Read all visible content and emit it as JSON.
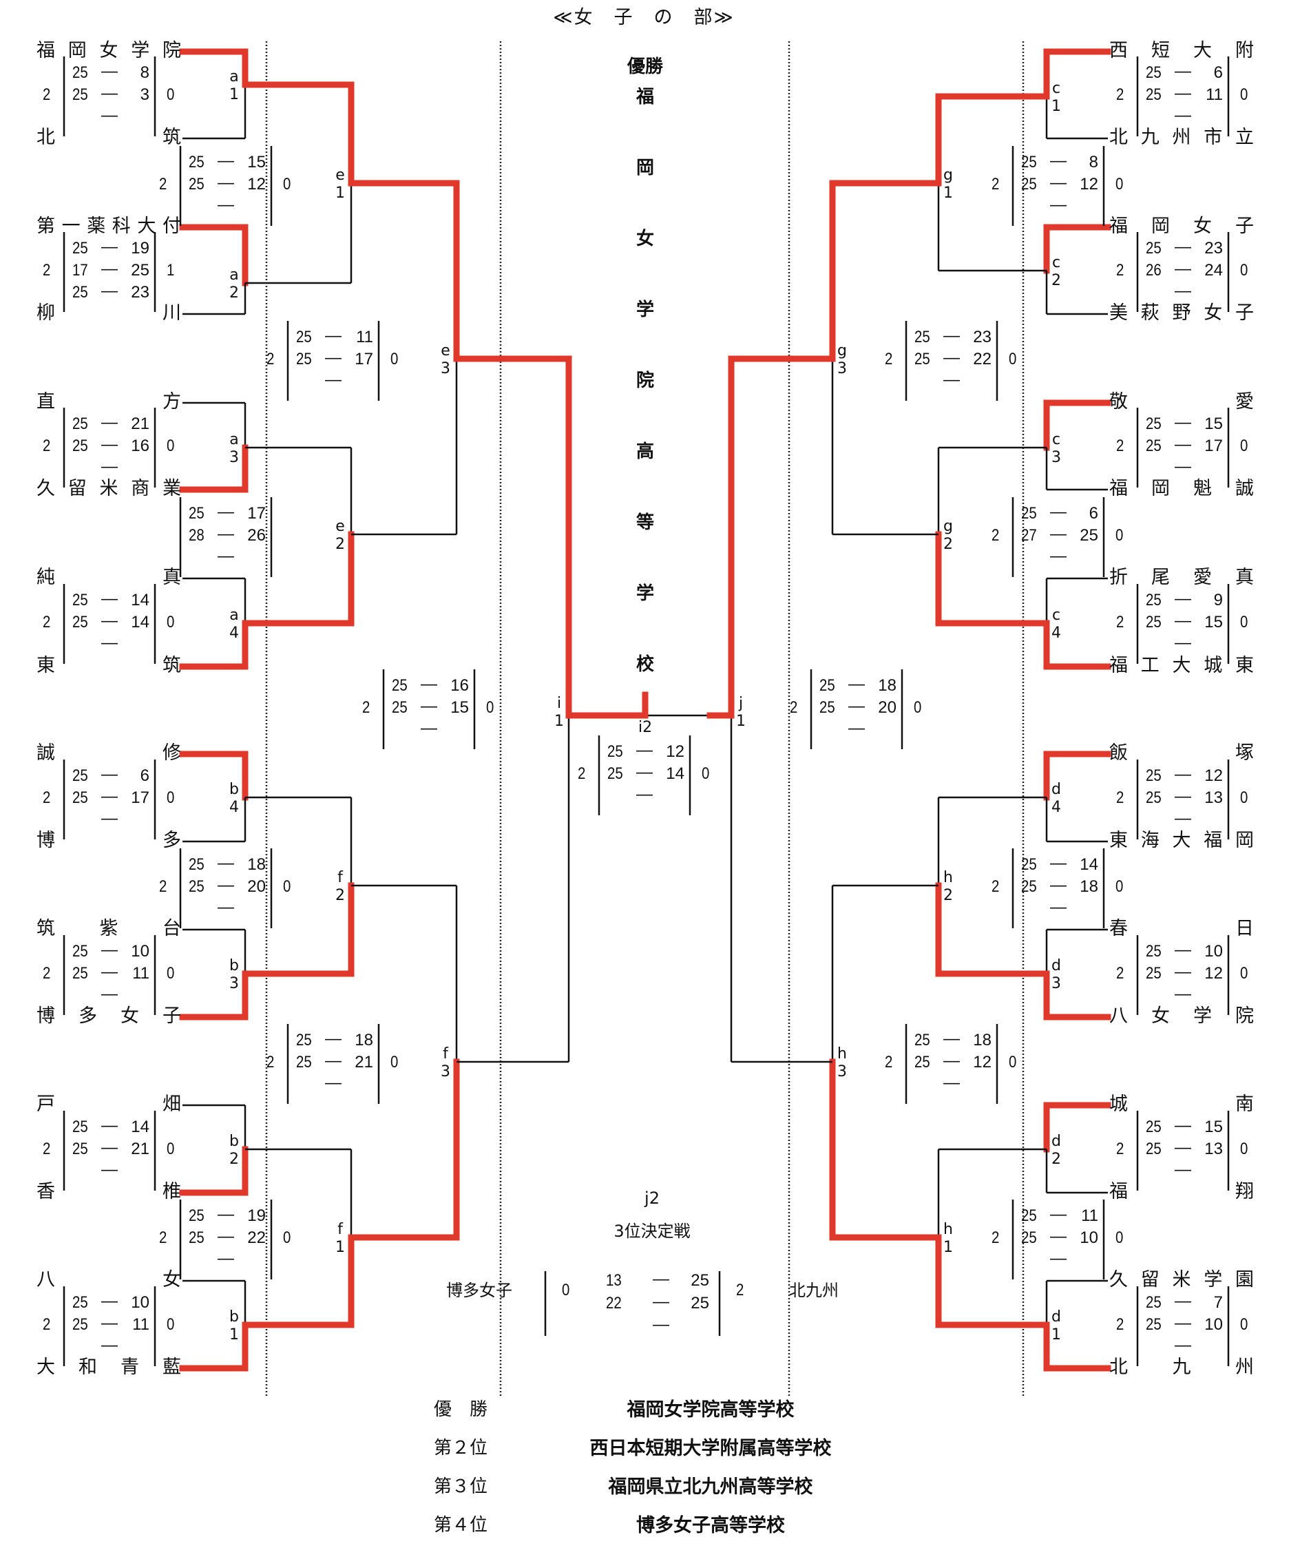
{
  "title": "≪女　子　の　部≫",
  "champion_header": "優勝",
  "champion_vertical": [
    "福",
    "岡",
    "女",
    "学",
    "院",
    "高",
    "等",
    "学",
    "校"
  ],
  "accent_color": "#e0392b",
  "left": {
    "teams": [
      "福岡女学院",
      "北筑",
      "第一薬科大付",
      "柳川",
      "直方",
      "久留米商業",
      "純真",
      "東筑",
      "誠修",
      "博多",
      "筑紫台",
      "博多女子",
      "戸畑",
      "香椎",
      "八女",
      "大和青藍"
    ],
    "round1": [
      {
        "label": [
          "a",
          "1"
        ],
        "top": "福岡女学院",
        "bottom": "北筑",
        "left_sets": "2",
        "right_sets": "0",
        "scores": [
          [
            "25",
            "8"
          ],
          [
            "25",
            "3"
          ],
          [
            "",
            ""
          ]
        ]
      },
      {
        "label": [
          "a",
          "2"
        ],
        "top": "第一薬科大付",
        "bottom": "柳川",
        "left_sets": "2",
        "right_sets": "1",
        "scores": [
          [
            "25",
            "19"
          ],
          [
            "17",
            "25"
          ],
          [
            "25",
            "23"
          ]
        ]
      },
      {
        "label": [
          "a",
          "3"
        ],
        "top": "直方",
        "bottom": "久留米商業",
        "left_sets": "2",
        "right_sets": "0",
        "scores": [
          [
            "25",
            "21"
          ],
          [
            "25",
            "16"
          ],
          [
            "",
            ""
          ]
        ]
      },
      {
        "label": [
          "a",
          "4"
        ],
        "top": "純真",
        "bottom": "東筑",
        "left_sets": "2",
        "right_sets": "0",
        "scores": [
          [
            "25",
            "14"
          ],
          [
            "25",
            "14"
          ],
          [
            "",
            ""
          ]
        ]
      },
      {
        "label": [
          "b",
          "4"
        ],
        "top": "誠修",
        "bottom": "博多",
        "left_sets": "2",
        "right_sets": "0",
        "scores": [
          [
            "25",
            "6"
          ],
          [
            "25",
            "17"
          ],
          [
            "",
            ""
          ]
        ]
      },
      {
        "label": [
          "b",
          "3"
        ],
        "top": "筑紫台",
        "bottom": "博多女子",
        "left_sets": "2",
        "right_sets": "0",
        "scores": [
          [
            "25",
            "10"
          ],
          [
            "25",
            "11"
          ],
          [
            "",
            ""
          ]
        ]
      },
      {
        "label": [
          "b",
          "2"
        ],
        "top": "戸畑",
        "bottom": "香椎",
        "left_sets": "2",
        "right_sets": "0",
        "scores": [
          [
            "25",
            "14"
          ],
          [
            "25",
            "21"
          ],
          [
            "",
            ""
          ]
        ]
      },
      {
        "label": [
          "b",
          "1"
        ],
        "top": "八女",
        "bottom": "大和青藍",
        "left_sets": "2",
        "right_sets": "0",
        "scores": [
          [
            "25",
            "10"
          ],
          [
            "25",
            "11"
          ],
          [
            "",
            ""
          ]
        ]
      }
    ],
    "round2": [
      {
        "label": [
          "e",
          "1"
        ],
        "left_sets": "2",
        "right_sets": "0",
        "scores": [
          [
            "25",
            "15"
          ],
          [
            "25",
            "12"
          ],
          [
            "",
            ""
          ]
        ]
      },
      {
        "label": [
          "e",
          "2"
        ],
        "left_sets": "",
        "right_sets": "",
        "scores": [
          [
            "25",
            "17"
          ],
          [
            "28",
            "26"
          ],
          [
            "",
            ""
          ]
        ]
      },
      {
        "label": [
          "f",
          "2"
        ],
        "left_sets": "2",
        "right_sets": "0",
        "scores": [
          [
            "25",
            "18"
          ],
          [
            "25",
            "20"
          ],
          [
            "",
            ""
          ]
        ]
      },
      {
        "label": [
          "f",
          "1"
        ],
        "left_sets": "2",
        "right_sets": "0",
        "scores": [
          [
            "25",
            "19"
          ],
          [
            "25",
            "22"
          ],
          [
            "",
            ""
          ]
        ]
      }
    ],
    "round3": [
      {
        "label": [
          "e",
          "3"
        ],
        "left_sets": "2",
        "right_sets": "0",
        "scores": [
          [
            "25",
            "11"
          ],
          [
            "25",
            "17"
          ],
          [
            "",
            ""
          ]
        ]
      },
      {
        "label": [
          "f",
          "3"
        ],
        "left_sets": "2",
        "right_sets": "0",
        "scores": [
          [
            "25",
            "18"
          ],
          [
            "25",
            "21"
          ],
          [
            "",
            ""
          ]
        ]
      }
    ],
    "semi": {
      "label": [
        "i",
        "1"
      ],
      "left_sets": "2",
      "right_sets": "0",
      "scores": [
        [
          "25",
          "16"
        ],
        [
          "25",
          "15"
        ],
        [
          "",
          ""
        ]
      ]
    }
  },
  "right": {
    "teams": [
      "西短大附",
      "北九州市立",
      "福岡女子",
      "美萩野女子",
      "敬愛",
      "福岡魁誠",
      "折尾愛真",
      "福工大城東",
      "飯塚",
      "東海大福岡",
      "春日",
      "八女学院",
      "城南",
      "福翔",
      "久留米学園",
      "北九州"
    ],
    "round1": [
      {
        "label": [
          "c",
          "1"
        ],
        "top": "西短大附",
        "bottom": "北九州市立",
        "left_sets": "2",
        "right_sets": "0",
        "scores": [
          [
            "25",
            "6"
          ],
          [
            "25",
            "11"
          ],
          [
            "",
            ""
          ]
        ]
      },
      {
        "label": [
          "c",
          "2"
        ],
        "top": "福岡女子",
        "bottom": "美萩野女子",
        "left_sets": "2",
        "right_sets": "0",
        "scores": [
          [
            "25",
            "23"
          ],
          [
            "26",
            "24"
          ],
          [
            "",
            ""
          ]
        ]
      },
      {
        "label": [
          "c",
          "3"
        ],
        "top": "敬愛",
        "bottom": "福岡魁誠",
        "left_sets": "2",
        "right_sets": "0",
        "scores": [
          [
            "25",
            "15"
          ],
          [
            "25",
            "17"
          ],
          [
            "",
            ""
          ]
        ]
      },
      {
        "label": [
          "c",
          "4"
        ],
        "top": "折尾愛真",
        "bottom": "福工大城東",
        "left_sets": "2",
        "right_sets": "0",
        "scores": [
          [
            "25",
            "9"
          ],
          [
            "25",
            "15"
          ],
          [
            "",
            ""
          ]
        ]
      },
      {
        "label": [
          "d",
          "4"
        ],
        "top": "飯塚",
        "bottom": "東海大福岡",
        "left_sets": "2",
        "right_sets": "0",
        "scores": [
          [
            "25",
            "12"
          ],
          [
            "25",
            "13"
          ],
          [
            "",
            ""
          ]
        ]
      },
      {
        "label": [
          "d",
          "3"
        ],
        "top": "春日",
        "bottom": "八女学院",
        "left_sets": "2",
        "right_sets": "0",
        "scores": [
          [
            "25",
            "10"
          ],
          [
            "25",
            "12"
          ],
          [
            "",
            ""
          ]
        ]
      },
      {
        "label": [
          "d",
          "2"
        ],
        "top": "城南",
        "bottom": "福翔",
        "left_sets": "2",
        "right_sets": "0",
        "scores": [
          [
            "25",
            "15"
          ],
          [
            "25",
            "13"
          ],
          [
            "",
            ""
          ]
        ]
      },
      {
        "label": [
          "d",
          "1"
        ],
        "top": "久留米学園",
        "bottom": "北九州",
        "left_sets": "2",
        "right_sets": "0",
        "scores": [
          [
            "25",
            "7"
          ],
          [
            "25",
            "10"
          ],
          [
            "",
            ""
          ]
        ]
      }
    ],
    "round2": [
      {
        "label": [
          "g",
          "1"
        ],
        "left_sets": "2",
        "right_sets": "0",
        "scores": [
          [
            "25",
            "8"
          ],
          [
            "25",
            "12"
          ],
          [
            "",
            ""
          ]
        ]
      },
      {
        "label": [
          "g",
          "2"
        ],
        "left_sets": "2",
        "right_sets": "0",
        "scores": [
          [
            "25",
            "6"
          ],
          [
            "27",
            "25"
          ],
          [
            "",
            ""
          ]
        ]
      },
      {
        "label": [
          "h",
          "2"
        ],
        "left_sets": "2",
        "right_sets": "0",
        "scores": [
          [
            "25",
            "14"
          ],
          [
            "25",
            "18"
          ],
          [
            "",
            ""
          ]
        ]
      },
      {
        "label": [
          "h",
          "1"
        ],
        "left_sets": "2",
        "right_sets": "0",
        "scores": [
          [
            "25",
            "11"
          ],
          [
            "25",
            "10"
          ],
          [
            "",
            ""
          ]
        ]
      }
    ],
    "round3": [
      {
        "label": [
          "g",
          "3"
        ],
        "left_sets": "2",
        "right_sets": "0",
        "scores": [
          [
            "25",
            "23"
          ],
          [
            "25",
            "22"
          ],
          [
            "",
            ""
          ]
        ]
      },
      {
        "label": [
          "h",
          "3"
        ],
        "left_sets": "2",
        "right_sets": "0",
        "scores": [
          [
            "25",
            "18"
          ],
          [
            "25",
            "12"
          ],
          [
            "",
            ""
          ]
        ]
      }
    ],
    "semi": {
      "label": [
        "j",
        "1"
      ],
      "left_sets": "2",
      "right_sets": "0",
      "scores": [
        [
          "25",
          "18"
        ],
        [
          "25",
          "20"
        ],
        [
          "",
          ""
        ]
      ]
    }
  },
  "final": {
    "label": "i2",
    "left_sets": "2",
    "right_sets": "0",
    "scores": [
      [
        "25",
        "12"
      ],
      [
        "25",
        "14"
      ],
      [
        "",
        ""
      ]
    ]
  },
  "third_place": {
    "label": "j2",
    "title": "3位決定戦",
    "left_team": "博多女子",
    "right_team": "北九州",
    "left_sets": "0",
    "right_sets": "2",
    "scores": [
      [
        "13",
        "25"
      ],
      [
        "22",
        "25"
      ],
      [
        "",
        ""
      ]
    ]
  },
  "results": [
    {
      "rank": "優　勝",
      "school": "福岡女学院高等学校"
    },
    {
      "rank": "第２位",
      "school": "西日本短期大学附属高等学校"
    },
    {
      "rank": "第３位",
      "school": "福岡県立北九州高等学校"
    },
    {
      "rank": "第４位",
      "school": "博多女子高等学校"
    }
  ]
}
